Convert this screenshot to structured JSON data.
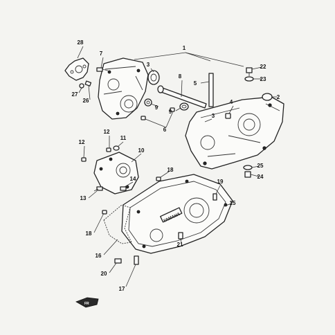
{
  "brand_mark": "YAMAHA",
  "front_indicator": "FR",
  "callouts": [
    {
      "id": "c1",
      "label": "1"
    },
    {
      "id": "c2",
      "label": "2"
    },
    {
      "id": "c3a",
      "label": "3"
    },
    {
      "id": "c3b",
      "label": "3"
    },
    {
      "id": "c4",
      "label": "4"
    },
    {
      "id": "c5",
      "label": "5"
    },
    {
      "id": "c6",
      "label": "6"
    },
    {
      "id": "c7",
      "label": "7"
    },
    {
      "id": "c8",
      "label": "8"
    },
    {
      "id": "c9a",
      "label": "9"
    },
    {
      "id": "c9b",
      "label": "9"
    },
    {
      "id": "c10",
      "label": "10"
    },
    {
      "id": "c11",
      "label": "11"
    },
    {
      "id": "c12a",
      "label": "12"
    },
    {
      "id": "c12b",
      "label": "12"
    },
    {
      "id": "c13",
      "label": "13"
    },
    {
      "id": "c14",
      "label": "14"
    },
    {
      "id": "c15",
      "label": "15"
    },
    {
      "id": "c16",
      "label": "16"
    },
    {
      "id": "c17",
      "label": "17"
    },
    {
      "id": "c18a",
      "label": "18"
    },
    {
      "id": "c18b",
      "label": "18"
    },
    {
      "id": "c19",
      "label": "19"
    },
    {
      "id": "c20",
      "label": "20"
    },
    {
      "id": "c21",
      "label": "21"
    },
    {
      "id": "c22",
      "label": "22"
    },
    {
      "id": "c23",
      "label": "23"
    },
    {
      "id": "c24",
      "label": "24"
    },
    {
      "id": "c25",
      "label": "25"
    },
    {
      "id": "c26",
      "label": "26"
    },
    {
      "id": "c27",
      "label": "27"
    },
    {
      "id": "c28",
      "label": "28"
    }
  ]
}
